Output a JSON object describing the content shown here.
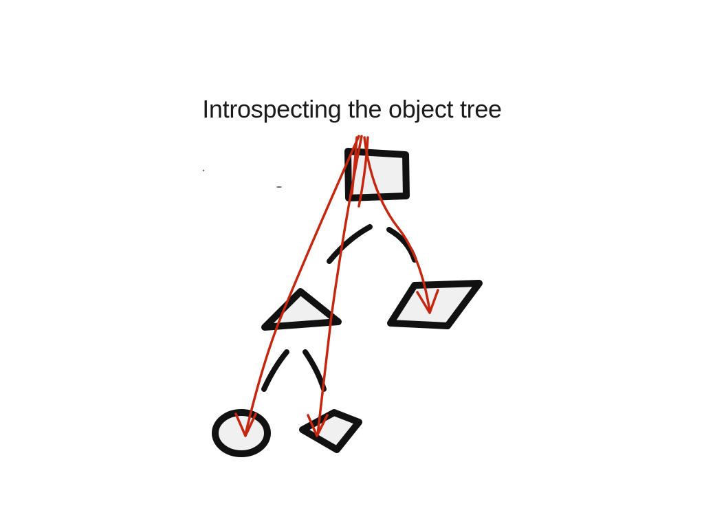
{
  "slide": {
    "title": "Introspecting the object tree"
  },
  "diagram": {
    "nodes": [
      {
        "id": "root",
        "shape": "square"
      },
      {
        "id": "left-child",
        "shape": "triangle"
      },
      {
        "id": "right-child",
        "shape": "parallelogram"
      },
      {
        "id": "left-left-grandchild",
        "shape": "circle"
      },
      {
        "id": "left-right-grandchild",
        "shape": "diamond"
      }
    ],
    "edges": [
      {
        "from": "root",
        "to": "left-child"
      },
      {
        "from": "root",
        "to": "right-child"
      },
      {
        "from": "left-child",
        "to": "left-left-grandchild"
      },
      {
        "from": "left-child",
        "to": "left-right-grandchild"
      }
    ],
    "arrows": [
      {
        "from": "root",
        "to": "right-child"
      },
      {
        "from": "root",
        "to": "left-right-grandchild"
      },
      {
        "from": "root",
        "to": "left-left-grandchild"
      }
    ]
  },
  "colors": {
    "background": "#ffffff",
    "node_fill": "#f0f0f0",
    "node_stroke": "#111111",
    "arrow": "#c4260f",
    "text": "#1a1a1a"
  }
}
